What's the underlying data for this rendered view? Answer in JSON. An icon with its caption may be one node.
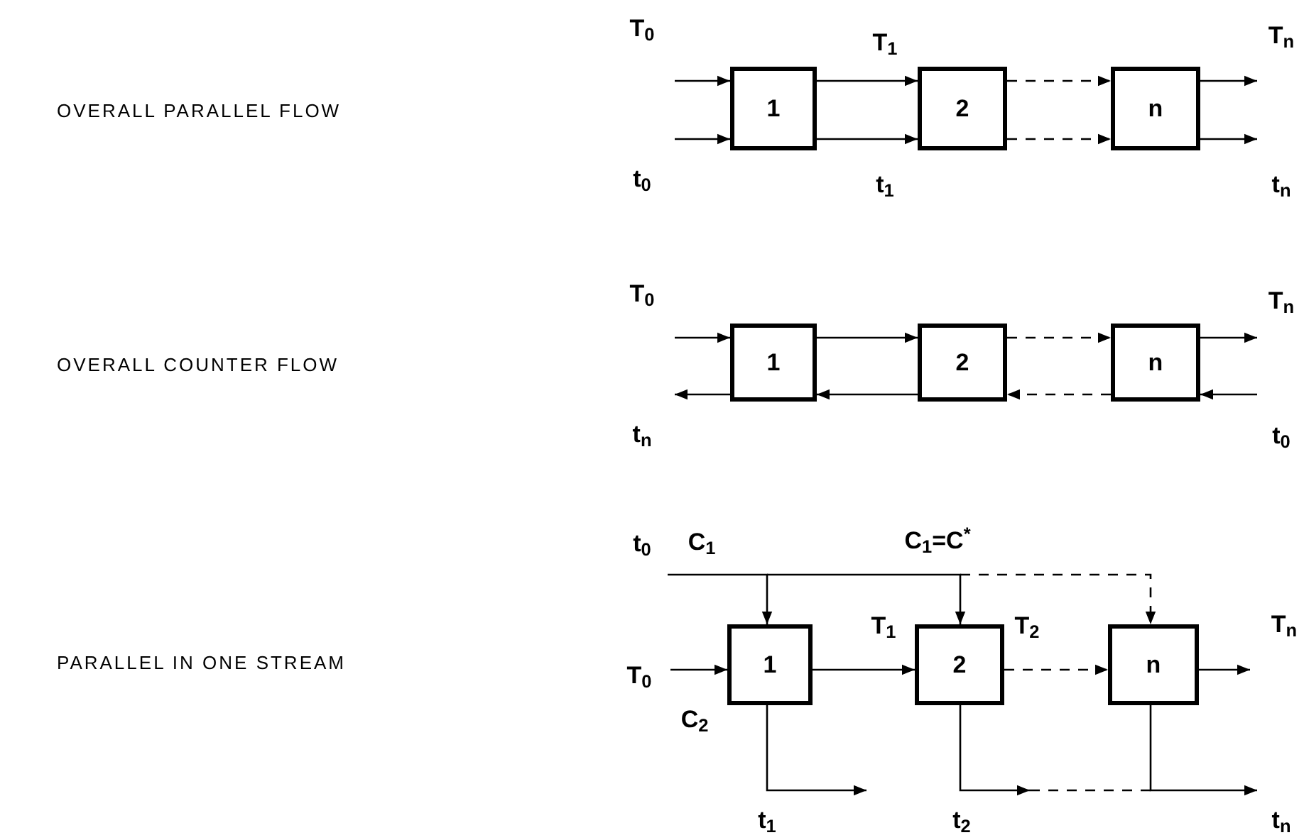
{
  "diagram": {
    "nodes": [
      {
        "text": [
          "1"
        ]
      },
      {
        "text": [
          "2"
        ]
      },
      {
        "text": [
          "n"
        ]
      },
      {
        "text": [
          "1"
        ]
      },
      {
        "text": [
          "2"
        ]
      },
      {
        "text": [
          "n"
        ]
      },
      {
        "text": [
          "1"
        ]
      },
      {
        "text": [
          "2"
        ]
      },
      {
        "text": [
          "n"
        ]
      }
    ],
    "edges": [
      {
        "from": null,
        "to": 0,
        "arrow": "to"
      },
      {
        "from": null,
        "to": 0,
        "arrow": "to"
      },
      {
        "from": 0,
        "to": 1,
        "arrow": "to"
      },
      {
        "from": 0,
        "to": 1,
        "arrow": "to"
      },
      {
        "from": 1,
        "to": 2,
        "arrow": "to",
        "style": "dashed"
      },
      {
        "from": 1,
        "to": 2,
        "arrow": "to",
        "style": "dashed"
      },
      {
        "from": 2,
        "to": null,
        "arrow": "to"
      },
      {
        "from": 2,
        "to": null,
        "arrow": "to"
      },
      {
        "from": null,
        "to": 3,
        "arrow": "to"
      },
      {
        "from": 3,
        "to": 4,
        "arrow": "to"
      },
      {
        "from": 4,
        "to": 5,
        "arrow": "to",
        "style": "dashed"
      },
      {
        "from": 5,
        "to": null,
        "arrow": "to"
      },
      {
        "from": null,
        "to": 5,
        "arrow": "to"
      },
      {
        "from": 5,
        "to": 4,
        "arrow": "to",
        "style": "dashed"
      },
      {
        "from": 4,
        "to": 3,
        "arrow": "to"
      },
      {
        "from": 3,
        "to": null,
        "arrow": "to"
      },
      {
        "from": null,
        "to": 6,
        "arrow": "to"
      },
      {
        "from": 6,
        "to": 7,
        "arrow": "to"
      },
      {
        "from": 7,
        "to": 8,
        "arrow": "to",
        "style": "dashed"
      },
      {
        "from": 8,
        "to": null,
        "arrow": "to"
      },
      {
        "from": null,
        "to": 6,
        "arrow": "to"
      },
      {
        "from": null,
        "to": 7,
        "arrow": "to"
      },
      {
        "from": null,
        "to": 8,
        "arrow": "to",
        "style": "dashed"
      },
      {
        "from": 6,
        "to": null,
        "arrow": "to"
      },
      {
        "from": 7,
        "to": null,
        "arrow": "to"
      },
      {
        "from": 8,
        "to": null,
        "arrow": "to"
      }
    ],
    "labels": [
      "OVERALL PARALLEL FLOW",
      "T$_{0}$",
      "T$_{1}$",
      "T$_{n}$",
      "t$_{0}$",
      "t$_{1}$",
      "t$_{n}$",
      "OVERALL COUNTER FLOW",
      "T$_{0}$",
      "T$_{n}$",
      "t$_{n}$",
      "t$_{0}$",
      "PARALLEL IN ONE STREAM",
      "t$_{0}$",
      "C$_{1}$",
      "C$_{1}$=C$^{*}$",
      "T$_{1}$",
      "T$_{2}$",
      "T$_{n}$",
      "T$_{0}$",
      "C$_{2}$",
      "t$_{1}$",
      "t$_{2}$",
      "t$_{n}$"
    ]
  }
}
